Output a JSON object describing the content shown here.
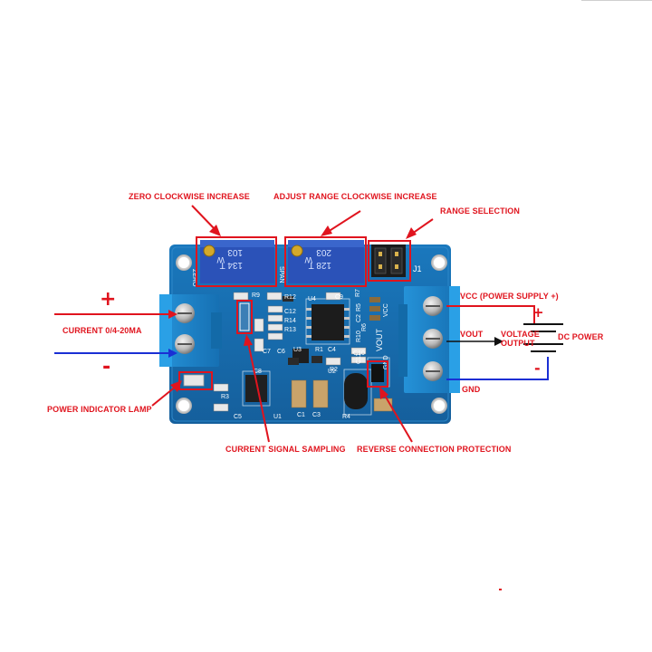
{
  "labels": {
    "zero": "ZERO CLOCKWISE INCREASE",
    "span": "ADJUST RANGE CLOCKWISE INCREASE",
    "range": "RANGE SELECTION",
    "current_in": "CURRENT 0/4-20MA",
    "plus": "+",
    "minus": "-",
    "power_lamp": "POWER INDICATOR LAMP",
    "sampling": "CURRENT SIGNAL SAMPLING",
    "reverse": "REVERSE CONNECTION PROTECTION",
    "vcc": "VCC (POWER SUPPLY +)",
    "vout": "VOUT",
    "voltage_output": "VOLTAGE OUTPUT",
    "dc_power": "DC POWER",
    "gnd": "GND",
    "batt_plus": "+",
    "batt_minus": "-"
  },
  "board": {
    "pot_left_code": "103",
    "pot_left_sub": "134 T",
    "pot_left_w": "W",
    "pot_right_code": "203",
    "pot_right_sub": "128 T",
    "pot_right_w": "W",
    "zero": "ZERO",
    "span": "SPAN",
    "j1": "J1",
    "refs": [
      "R9",
      "R12",
      "C9",
      "R7",
      "C12",
      "R14",
      "R13",
      "C2",
      "C10",
      "R6",
      "R5",
      "R10",
      "R1",
      "C4",
      "C11",
      "R3",
      "R2",
      "R4",
      "C5",
      "C3",
      "C1",
      "C7",
      "C6",
      "C8",
      "U1",
      "U2",
      "U3",
      "U4",
      "VOUT",
      "VCC",
      "GND"
    ]
  },
  "colors": {
    "annotation": "#e0141e",
    "wire_red": "#e0141e",
    "wire_blue": "#1a2fd4",
    "pcb": "#1d6fb0",
    "terminal": "#1f86c9",
    "pot": "#2a4fb5"
  }
}
